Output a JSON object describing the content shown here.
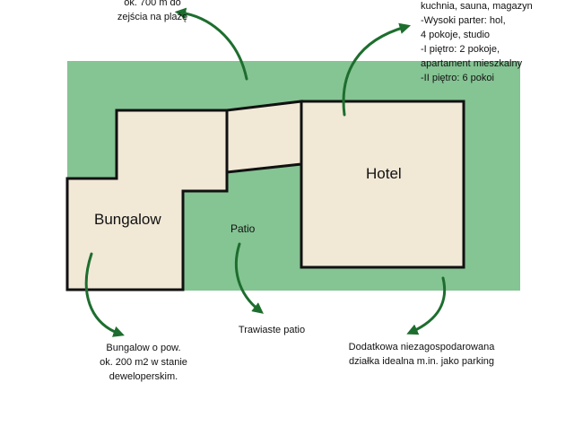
{
  "colors": {
    "lawn": "#85c493",
    "building": "#f1e8d6",
    "outline": "#111111",
    "arrow": "#1d6e2e"
  },
  "labels": {
    "bungalow": "Bungalow",
    "hotel": "Hotel",
    "patio": "Patio"
  },
  "notes": {
    "beach": [
      "ok. 700 m do",
      "zejścia na plażę"
    ],
    "hotel": [
      "kuchnia, sauna, magazyn",
      "-Wysoki parter: hol,",
      "4 pokoje, studio",
      "-I piętro: 2 pokoje,",
      "apartament mieszkalny",
      "-II piętro: 6 pokoi"
    ],
    "bungalow": [
      "Bungalow o pow.",
      "ok. 200 m2 w stanie",
      "deweloperskim."
    ],
    "patio": [
      "Trawiaste patio"
    ],
    "plot": [
      "Dodatkowa niezagospodarowana",
      "działka idealna m.in. jako parking"
    ]
  }
}
